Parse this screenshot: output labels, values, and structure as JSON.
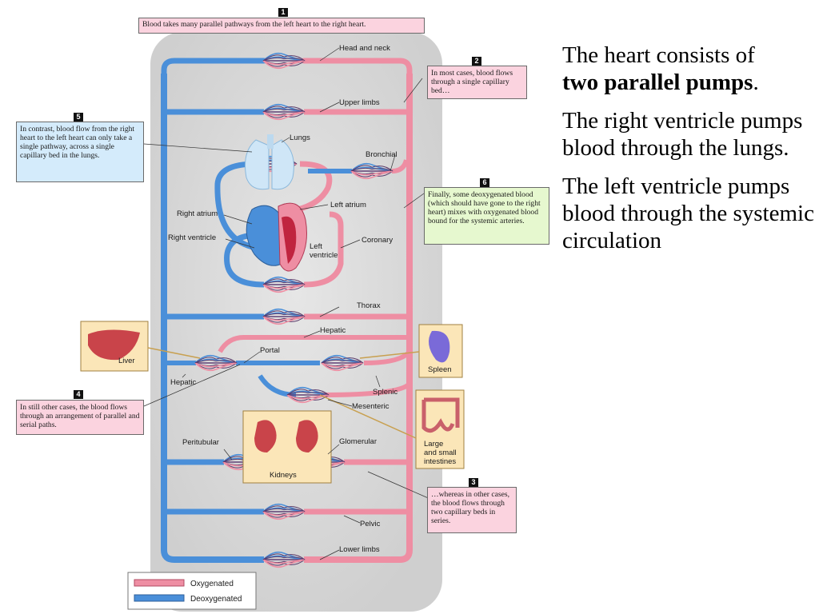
{
  "slide": {
    "p1_before": "The heart consists of",
    "p1_bold": "two parallel pumps",
    "p1_after": ".",
    "p2": "The right ventricle pumps blood through the lungs.",
    "p3": "The left ventricle pumps blood through the systemic circulation"
  },
  "callouts": {
    "c1": {
      "num": "1",
      "text": "Blood takes many parallel pathways from the left heart to the right heart."
    },
    "c2": {
      "num": "2",
      "text": "In most cases, blood flows through a single capillary bed…"
    },
    "c3": {
      "num": "3",
      "text": "…whereas in other cases, the blood flows through two capillary beds in series."
    },
    "c4": {
      "num": "4",
      "text": "In still other cases, the blood flows through an arrangement of parallel and serial paths."
    },
    "c5": {
      "num": "5",
      "text": "In contrast, blood flow from the right heart to the left heart can only take a single pathway, across a single capillary bed in the lungs."
    },
    "c6": {
      "num": "6",
      "text": "Finally, some deoxygenated blood (which should have gone to the right heart) mixes with oxygenated blood bound for the systemic arteries."
    }
  },
  "labels": {
    "head_neck": "Head and neck",
    "upper_limbs": "Upper limbs",
    "lungs": "Lungs",
    "bronchial": "Bronchial",
    "left_atrium": "Left atrium",
    "right_atrium": "Right atrium",
    "right_ventricle": "Right ventricle",
    "left_ventricle_1": "Left",
    "left_ventricle_2": "ventricle",
    "coronary": "Coronary",
    "thorax": "Thorax",
    "hepatic_top": "Hepatic",
    "portal": "Portal",
    "hepatic_left": "Hepatic",
    "splenic": "Splenic",
    "mesenteric": "Mesenteric",
    "peritubular": "Peritubular",
    "glomerular": "Glomerular",
    "pelvic": "Pelvic",
    "lower_limbs": "Lower limbs",
    "liver": "Liver",
    "spleen": "Spleen",
    "intestines_1": "Large",
    "intestines_2": "and small",
    "intestines_3": "intestines",
    "kidneys": "Kidneys"
  },
  "legend": {
    "oxygenated": "Oxygenated",
    "deoxygenated": "Deoxygenated"
  },
  "colors": {
    "oxygenated": "#ee8ea3",
    "deoxygenated": "#4a8fd9",
    "panel": "#dcdcdc",
    "callout_pink": "#fbd3df",
    "callout_blue": "#d4ebfb",
    "callout_green": "#e6f8cf",
    "organ_panel": "#fbe6b8"
  }
}
